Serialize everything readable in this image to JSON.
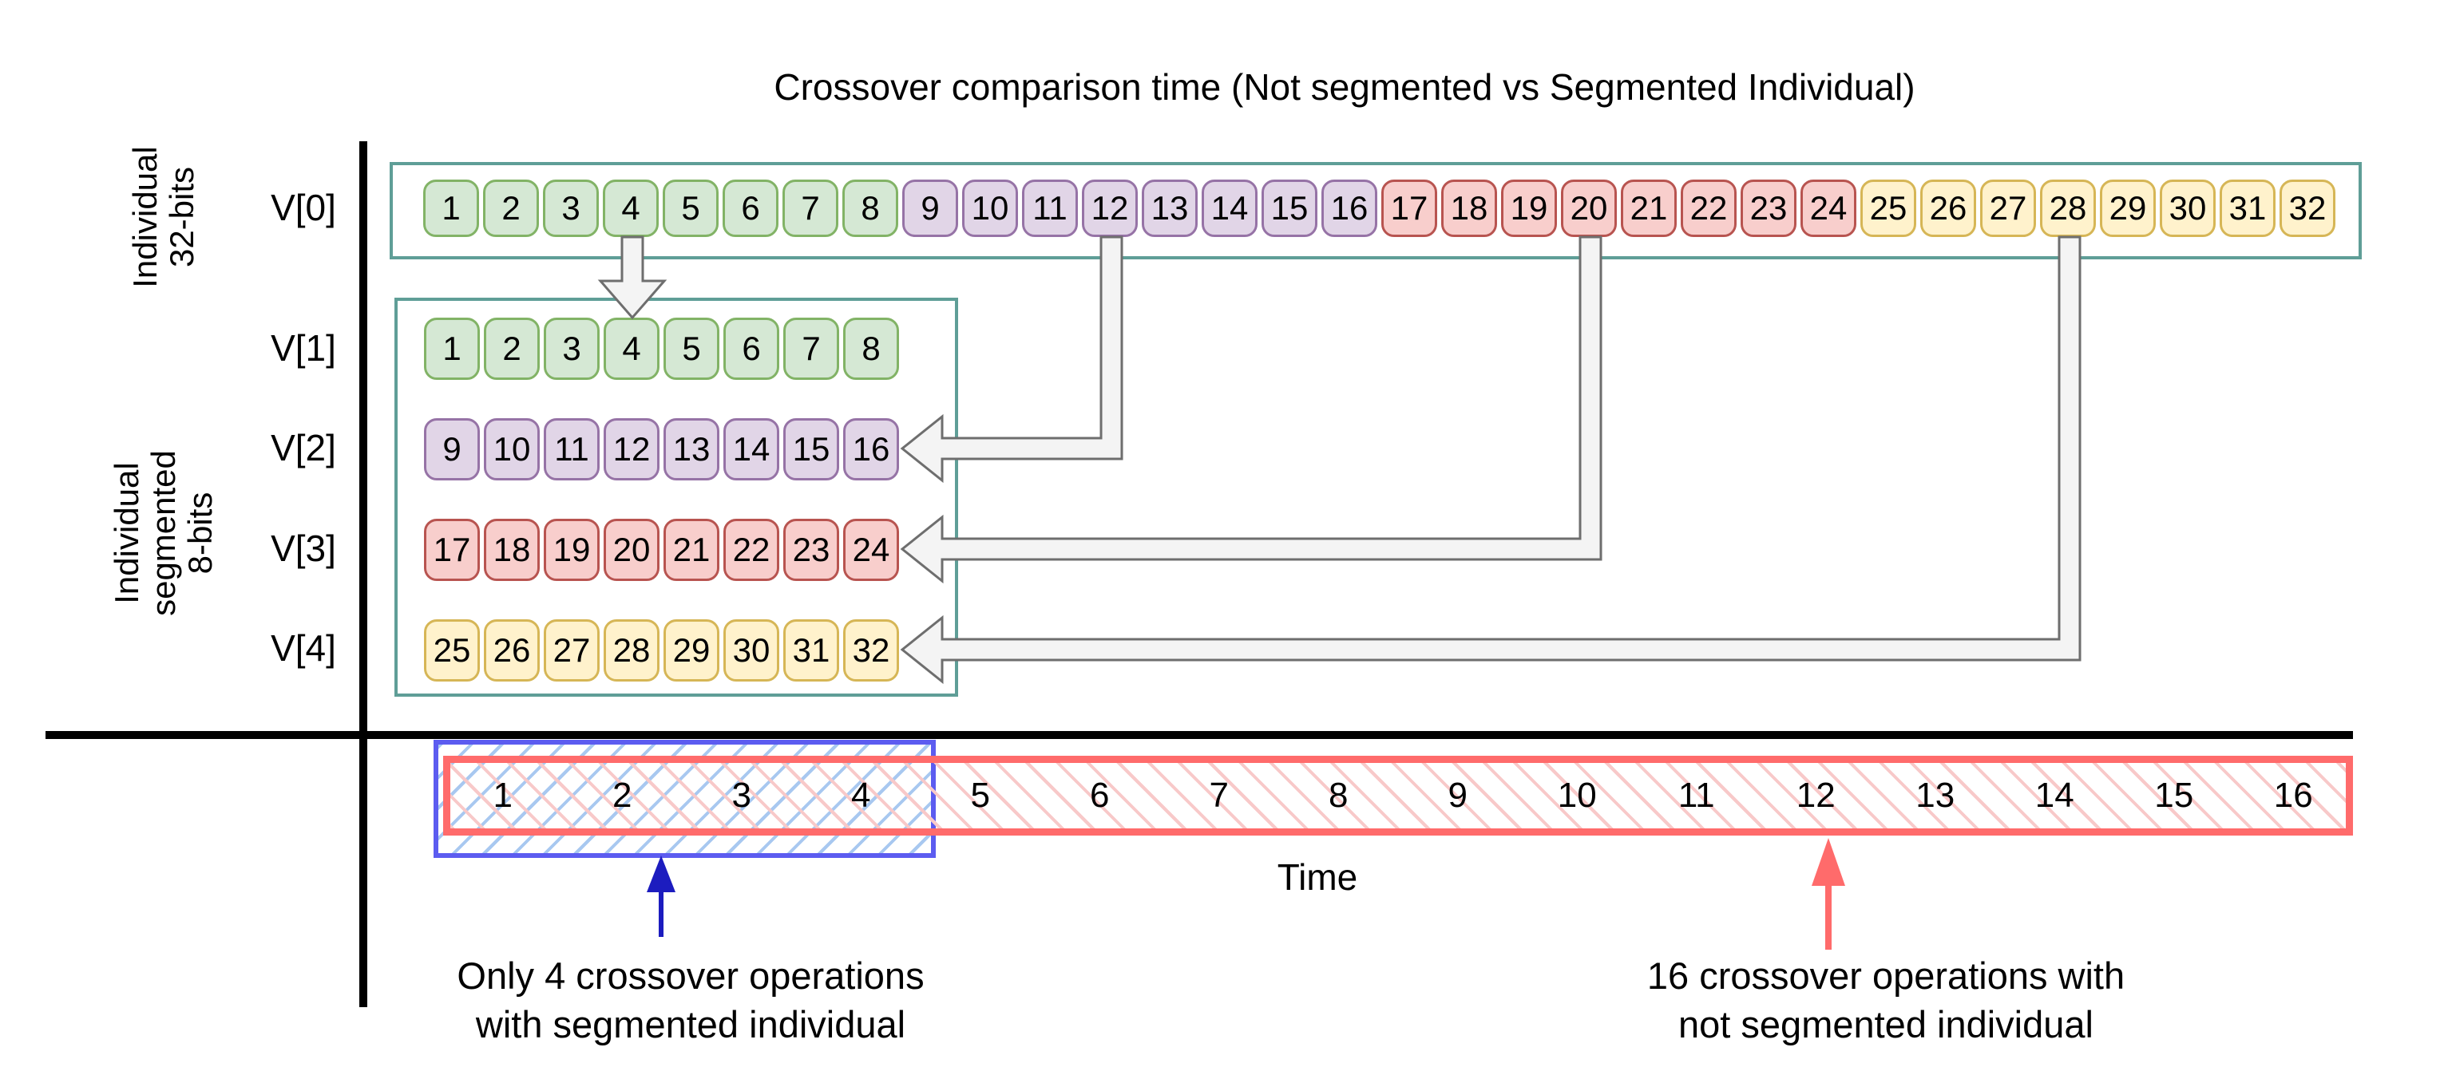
{
  "title": "Crossover comparison time (Not segmented vs Segmented Individual)",
  "colors": {
    "teal_border": "#5f9e97",
    "green_fill": "#d5e8d4",
    "green_stroke": "#82b366",
    "purple_fill": "#e1d5e7",
    "purple_stroke": "#9673a6",
    "red_fill": "#f8cecc",
    "red_stroke": "#b85450",
    "yellow_fill": "#fff2cc",
    "yellow_stroke": "#d6b656",
    "connector_fill": "#f4f4f4",
    "connector_stroke": "#6e6e6e",
    "timeline_blue": "#5c5cf0",
    "timeline_blue_hatch": "#a8c8f0",
    "timeline_red": "#ff6b6b",
    "timeline_red_hatch": "#f8c9c9",
    "annotation_blue_arrow": "#1c1cbf",
    "annotation_red_arrow": "#ff6b6b",
    "axis": "#000000"
  },
  "group_labels": {
    "top": [
      "Individual",
      "32-bits"
    ],
    "bottom": [
      "Individual",
      "segmented",
      "8-bits"
    ]
  },
  "v0": {
    "label": "V[0]",
    "cells": [
      {
        "n": 1,
        "c": "green"
      },
      {
        "n": 2,
        "c": "green"
      },
      {
        "n": 3,
        "c": "green"
      },
      {
        "n": 4,
        "c": "green"
      },
      {
        "n": 5,
        "c": "green"
      },
      {
        "n": 6,
        "c": "green"
      },
      {
        "n": 7,
        "c": "green"
      },
      {
        "n": 8,
        "c": "green"
      },
      {
        "n": 9,
        "c": "purple"
      },
      {
        "n": 10,
        "c": "purple"
      },
      {
        "n": 11,
        "c": "purple"
      },
      {
        "n": 12,
        "c": "purple"
      },
      {
        "n": 13,
        "c": "purple"
      },
      {
        "n": 14,
        "c": "purple"
      },
      {
        "n": 15,
        "c": "purple"
      },
      {
        "n": 16,
        "c": "purple"
      },
      {
        "n": 17,
        "c": "red"
      },
      {
        "n": 18,
        "c": "red"
      },
      {
        "n": 19,
        "c": "red"
      },
      {
        "n": 20,
        "c": "red"
      },
      {
        "n": 21,
        "c": "red"
      },
      {
        "n": 22,
        "c": "red"
      },
      {
        "n": 23,
        "c": "red"
      },
      {
        "n": 24,
        "c": "red"
      },
      {
        "n": 25,
        "c": "yellow"
      },
      {
        "n": 26,
        "c": "yellow"
      },
      {
        "n": 27,
        "c": "yellow"
      },
      {
        "n": 28,
        "c": "yellow"
      },
      {
        "n": 29,
        "c": "yellow"
      },
      {
        "n": 30,
        "c": "yellow"
      },
      {
        "n": 31,
        "c": "yellow"
      },
      {
        "n": 32,
        "c": "yellow"
      }
    ]
  },
  "segment_rows": [
    {
      "label": "V[1]",
      "cells": [
        {
          "n": 1,
          "c": "green"
        },
        {
          "n": 2,
          "c": "green"
        },
        {
          "n": 3,
          "c": "green"
        },
        {
          "n": 4,
          "c": "green"
        },
        {
          "n": 5,
          "c": "green"
        },
        {
          "n": 6,
          "c": "green"
        },
        {
          "n": 7,
          "c": "green"
        },
        {
          "n": 8,
          "c": "green"
        }
      ]
    },
    {
      "label": "V[2]",
      "cells": [
        {
          "n": 9,
          "c": "purple"
        },
        {
          "n": 10,
          "c": "purple"
        },
        {
          "n": 11,
          "c": "purple"
        },
        {
          "n": 12,
          "c": "purple"
        },
        {
          "n": 13,
          "c": "purple"
        },
        {
          "n": 14,
          "c": "purple"
        },
        {
          "n": 15,
          "c": "purple"
        },
        {
          "n": 16,
          "c": "purple"
        }
      ]
    },
    {
      "label": "V[3]",
      "cells": [
        {
          "n": 17,
          "c": "red"
        },
        {
          "n": 18,
          "c": "red"
        },
        {
          "n": 19,
          "c": "red"
        },
        {
          "n": 20,
          "c": "red"
        },
        {
          "n": 21,
          "c": "red"
        },
        {
          "n": 22,
          "c": "red"
        },
        {
          "n": 23,
          "c": "red"
        },
        {
          "n": 24,
          "c": "red"
        }
      ]
    },
    {
      "label": "V[4]",
      "cells": [
        {
          "n": 25,
          "c": "yellow"
        },
        {
          "n": 26,
          "c": "yellow"
        },
        {
          "n": 27,
          "c": "yellow"
        },
        {
          "n": 28,
          "c": "yellow"
        },
        {
          "n": 29,
          "c": "yellow"
        },
        {
          "n": 30,
          "c": "yellow"
        },
        {
          "n": 31,
          "c": "yellow"
        },
        {
          "n": 32,
          "c": "yellow"
        }
      ]
    }
  ],
  "timeline": {
    "numbers": [
      1,
      2,
      3,
      4,
      5,
      6,
      7,
      8,
      9,
      10,
      11,
      12,
      13,
      14,
      15,
      16
    ],
    "time_label": "Time",
    "segmented_operations": 4,
    "not_segmented_operations": 16
  },
  "annotations": {
    "left": [
      "Only 4 crossover operations",
      "with segmented individual"
    ],
    "right": [
      "16 crossover operations with",
      "not segmented individual"
    ]
  }
}
